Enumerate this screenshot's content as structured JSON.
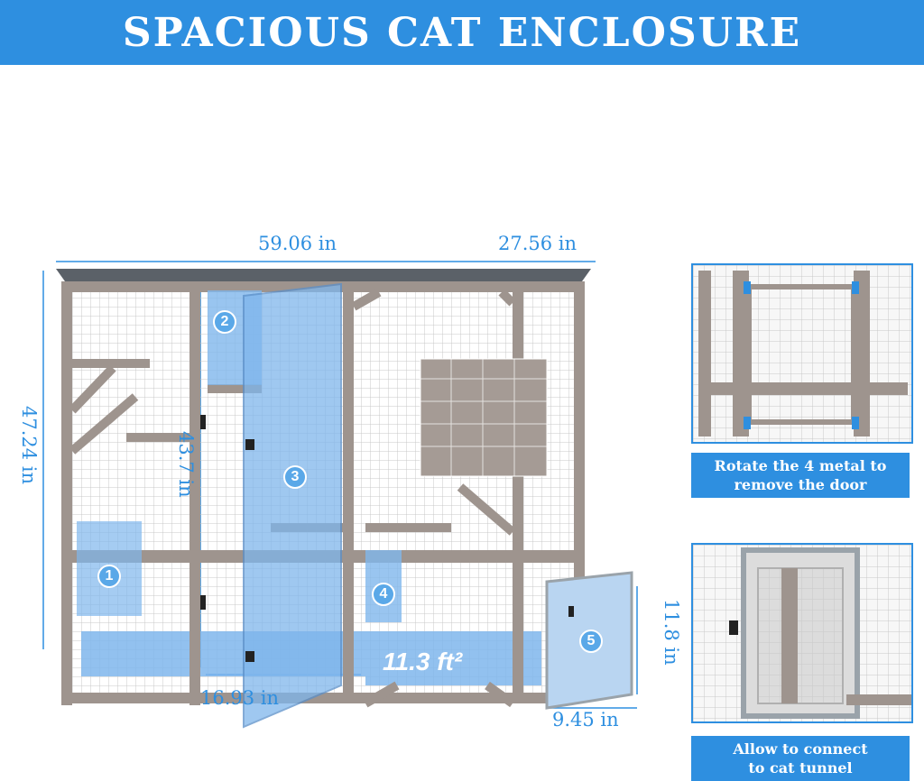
{
  "banner": {
    "title": "SPACIOUS CAT ENCLOSURE"
  },
  "dimensions": {
    "width": "59.06 in",
    "depth": "27.56 in",
    "height": "47.24 in",
    "door_height": "43.7 in",
    "door_width": "16.93 in",
    "tunnel_door_height": "11.8 in",
    "tunnel_door_width": "9.45 in"
  },
  "floor_area": "11.3 ft²",
  "callouts": [
    "1",
    "2",
    "3",
    "4",
    "5"
  ],
  "panels": [
    {
      "caption_line1": "Rotate the 4 metal to",
      "caption_line2": "remove the door"
    },
    {
      "caption_line1": "Allow to connect",
      "caption_line2": "to cat tunnel"
    }
  ],
  "colors": {
    "accent": "#2e8fe0",
    "wood": "#9e948e",
    "highlight": "#7fb6ec",
    "roof": "#5b6168"
  }
}
